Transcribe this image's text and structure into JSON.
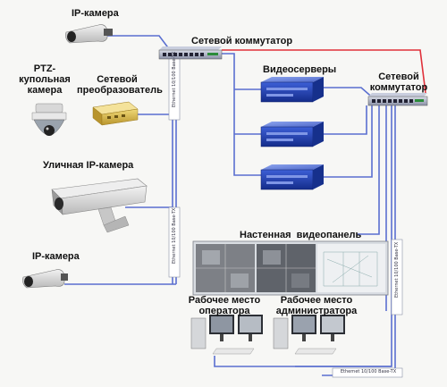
{
  "labels": {
    "ip_camera_top": "IP-камера",
    "switch_top": "Сетевой коммутатор",
    "ptz_camera": [
      "PTZ-",
      "купольная",
      "камера"
    ],
    "converter": [
      "Сетевой",
      "преобразователь"
    ],
    "video_servers": "Видеосерверы",
    "switch_right": [
      "Сетевой",
      "коммутатор"
    ],
    "street_camera": "Уличная IP-камера",
    "wall_panel": "Настенная  видеопанель",
    "ip_camera_bottom": "IP-камера",
    "operator_ws": [
      "Рабочее место",
      "оператора"
    ],
    "admin_ws": [
      "Рабочее место",
      "администратора"
    ],
    "cable_label": "Ethernet 10/100 Base-TX"
  },
  "colors": {
    "cable_blue": "#5a6fd0",
    "cable_red": "#e0303a",
    "server_blue": "#1f3fae",
    "converter_gold": "#d4b44a"
  }
}
